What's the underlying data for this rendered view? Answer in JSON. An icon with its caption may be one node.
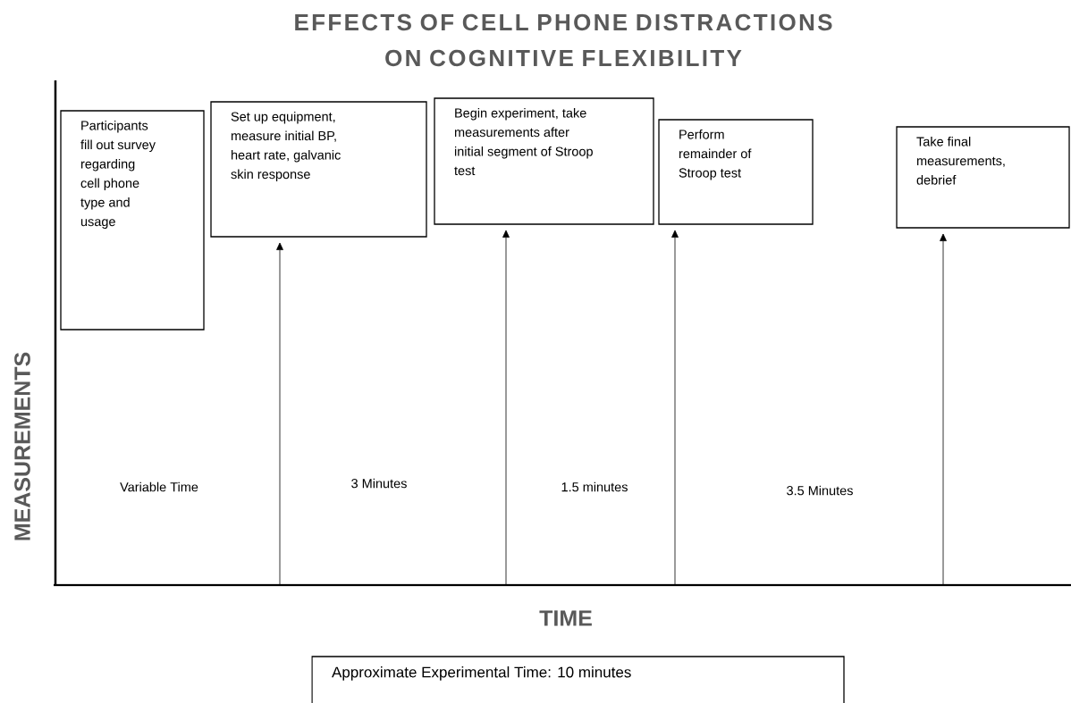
{
  "diagram": {
    "title": "EFFECTS OF CELL PHONE DISTRACTIONS ON COGNITIVE FLEXIBILITY",
    "nodes": [
      {
        "text": [
          "Participants fill out survey regarding cell phone type and usage"
        ]
      },
      {
        "text": [
          "Set up equipment, measure initial BP, heart rate, galvanic skin response"
        ]
      },
      {
        "text": [
          "Begin experiment, take measurements after initial segment of Stroop test"
        ]
      },
      {
        "text": [
          "Perform remainder of Stroop test"
        ]
      },
      {
        "text": [
          "Take final measurements, debrief"
        ]
      },
      {
        "text": [
          "Approximate Experimental Time: 10 minutes"
        ]
      }
    ],
    "edges": [
      {
        "from": null,
        "to": 1,
        "arrow": "to"
      },
      {
        "from": null,
        "to": 2,
        "arrow": "to"
      },
      {
        "from": null,
        "to": 3,
        "arrow": "to"
      },
      {
        "from": null,
        "to": 4,
        "arrow": "to"
      }
    ],
    "labels": [
      "MEASUREMENTS",
      "Variable Time",
      "3 Minutes",
      "1.5 minutes",
      "3.5 Minutes",
      "TIME"
    ]
  }
}
